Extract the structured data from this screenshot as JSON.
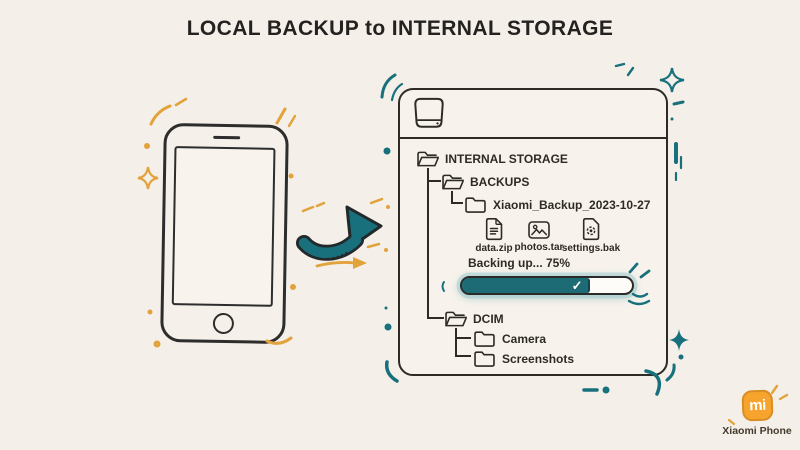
{
  "title": "LOCAL BACKUP to INTERNAL STORAGE",
  "colors": {
    "background": "#f4efe8",
    "ink": "#2e2a26",
    "teal": "#17707c",
    "orange": "#e2a23c",
    "logo_orange": "#f7a42e"
  },
  "file_browser": {
    "device_icon": "hard-drive-icon",
    "tree": {
      "root": "INTERNAL STORAGE",
      "backups": "BACKUPS",
      "backup_folder": "Xiaomi_Backup_2023-10-27",
      "dcim": "DCIM",
      "camera": "Camera",
      "screenshots": "Screenshots"
    },
    "files": [
      {
        "name": "data.zip",
        "icon": "document-file-icon"
      },
      {
        "name": "photos.tar",
        "icon": "image-file-icon"
      },
      {
        "name": "settings.bak",
        "icon": "settings-file-icon"
      }
    ],
    "progress": {
      "label": "Backing up... 75%",
      "percent": 75,
      "check_glyph": "✓"
    }
  },
  "branding": {
    "logo_text": "mi",
    "caption": "Xiaomi Phone"
  }
}
